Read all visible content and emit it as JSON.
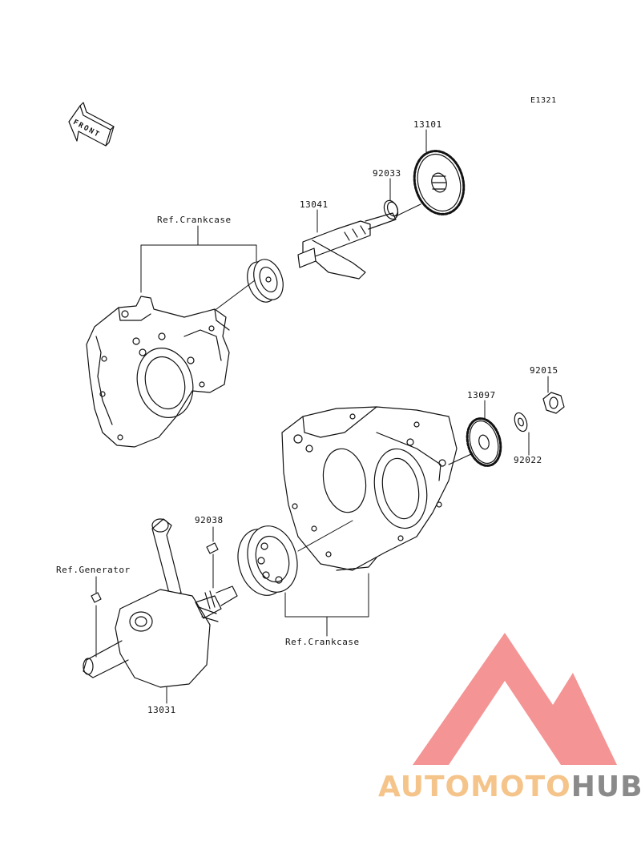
{
  "diagram": {
    "code": "E1321",
    "front_label": "FRONT",
    "parts": {
      "p13101": "13101",
      "p92033": "92033",
      "p13041": "13041",
      "p92015": "92015",
      "p13097": "13097",
      "p92022": "92022",
      "p92038": "92038",
      "p13031": "13031"
    },
    "refs": {
      "crankcase_top": "Ref.Crankcase",
      "crankcase_bottom": "Ref.Crankcase",
      "generator": "Ref.Generator"
    }
  },
  "watermark": {
    "part1": "AUTOMOTO",
    "part2": "HUB",
    "color1": "#f5c48a",
    "color2": "#8a8a8a",
    "logo_color": "#f07070"
  }
}
